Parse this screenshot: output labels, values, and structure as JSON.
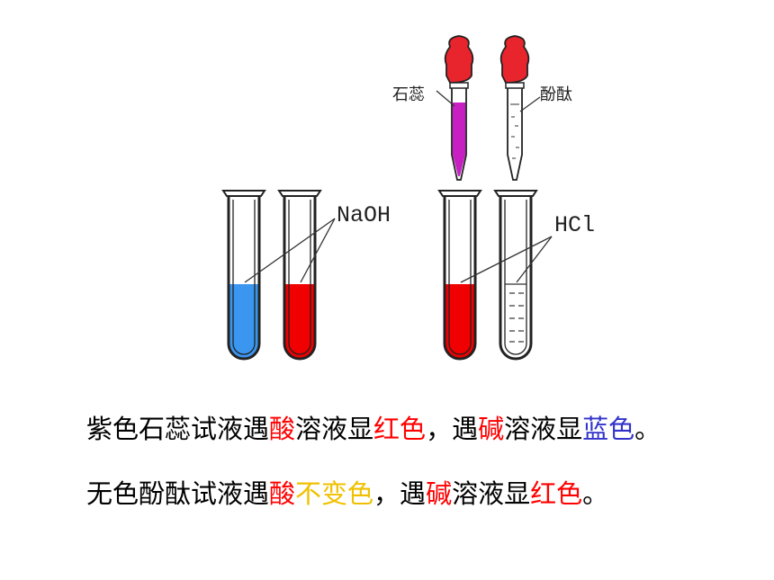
{
  "labels": {
    "litmus": "石蕊",
    "phenolphthalein": "酚酞",
    "naoh": "NaOH",
    "hcl": "HCl"
  },
  "colors": {
    "blue_liquid": "#3b96f0",
    "red_liquid": "#f00000",
    "purple_liquid": "#c81fc3",
    "bulb_red": "#e8242c",
    "emphasis_red": "#ff0000",
    "emphasis_blue": "#3333cc",
    "emphasis_yellow": "#f0c000"
  },
  "caption": {
    "line1": [
      {
        "text": "紫色石蕊试液遇",
        "color": "#000000"
      },
      {
        "text": "酸",
        "color": "#ff0000"
      },
      {
        "text": "溶液显",
        "color": "#000000"
      },
      {
        "text": "红色",
        "color": "#ff0000"
      },
      {
        "text": "，遇",
        "color": "#000000"
      },
      {
        "text": "碱",
        "color": "#ff0000"
      },
      {
        "text": "溶液显",
        "color": "#000000"
      },
      {
        "text": "蓝色",
        "color": "#3333cc"
      },
      {
        "text": "。",
        "color": "#000000"
      }
    ],
    "line2": [
      {
        "text": "无色酚酞试液遇",
        "color": "#000000"
      },
      {
        "text": "酸",
        "color": "#ff0000"
      },
      {
        "text": "不变色",
        "color": "#f0c000"
      },
      {
        "text": "，遇",
        "color": "#000000"
      },
      {
        "text": "碱",
        "color": "#ff0000"
      },
      {
        "text": "溶液显",
        "color": "#000000"
      },
      {
        "text": "红色",
        "color": "#ff0000"
      },
      {
        "text": "。",
        "color": "#000000"
      }
    ]
  }
}
